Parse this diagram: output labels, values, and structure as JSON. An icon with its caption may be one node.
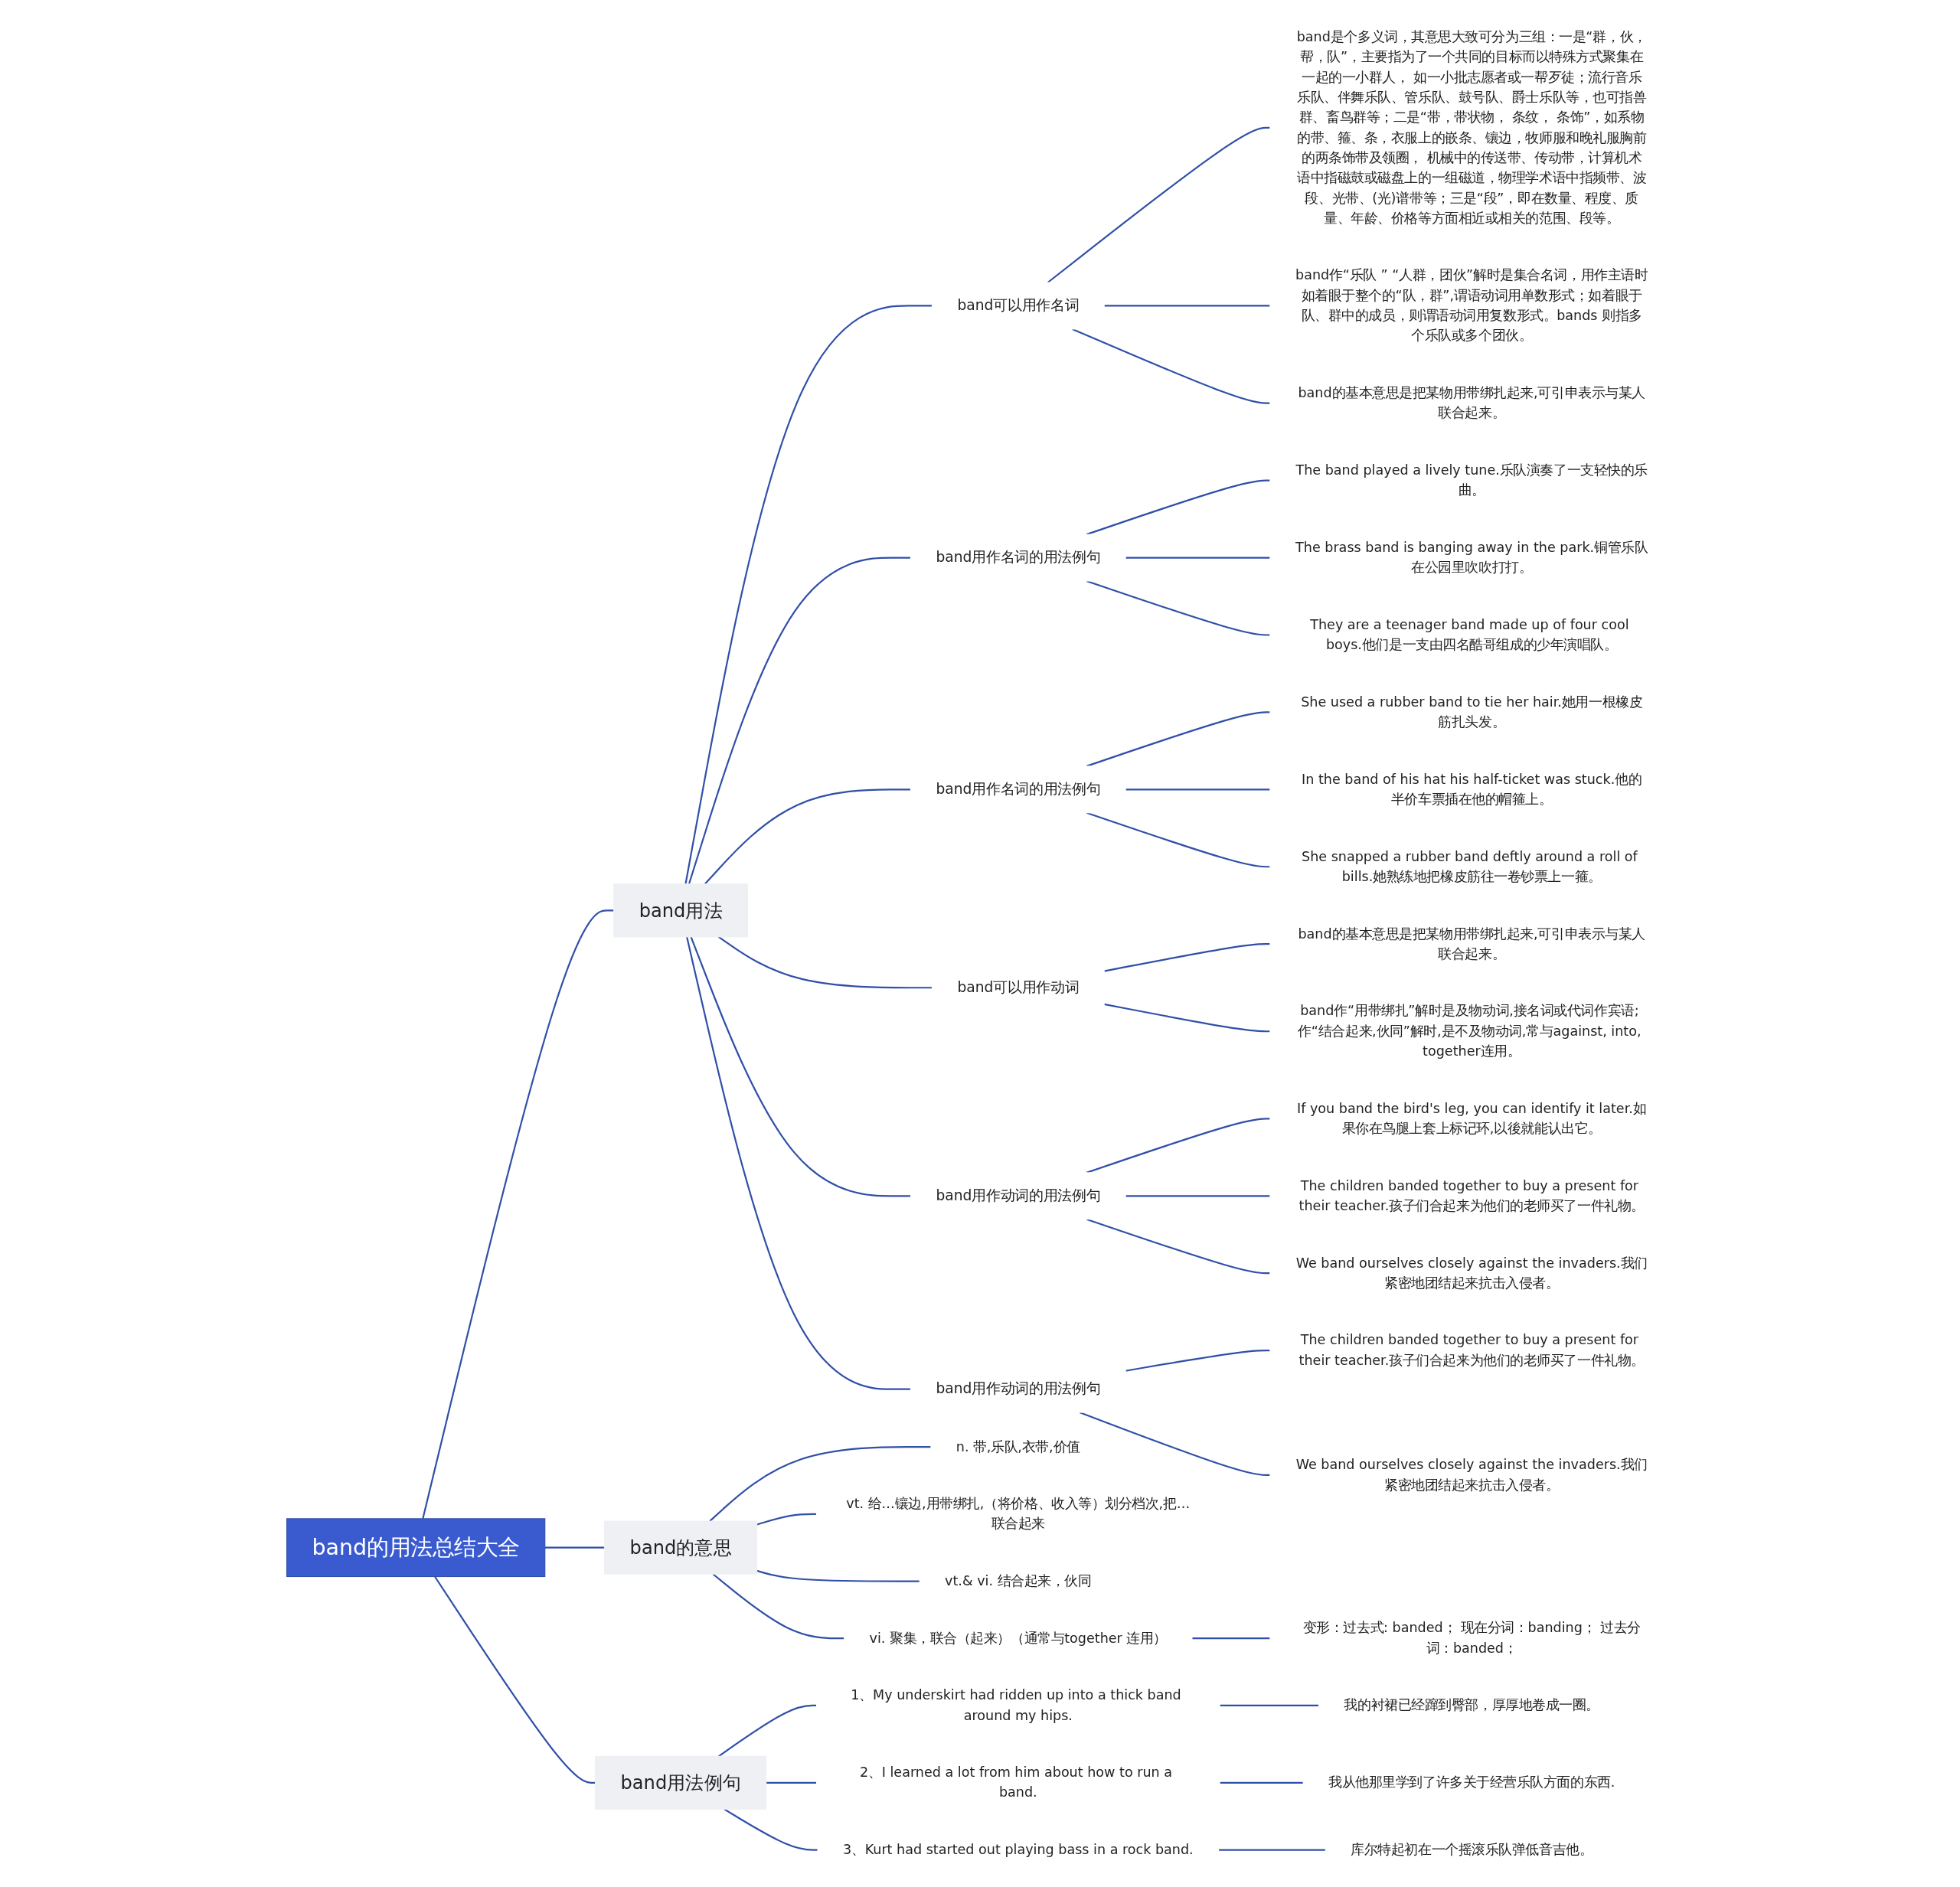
{
  "diagram": {
    "nodes": [
      {
        "text": [
          "band的用法总结大全"
        ]
      },
      {
        "text": [
          "band用法"
        ]
      },
      {
        "text": [
          "band可以用作名词"
        ]
      },
      {
        "text": [
          "band是个多义词，其意思大致可分为三组：一是“群，伙，帮，队”，主要指为了一个共同的目标而以特殊方式聚集在一起的一小群人， 如一小批志愿者或一帮歹徒；流行音乐乐队、伴舞乐队、管乐队、鼓号队、爵士乐队等，也可指兽群、畜鸟群等；二是“带，带状物， 条纹， 条饰”，如系物的带、箍、条，衣服上的嵌条、镶边，牧师服和晚礼服胸前的两条饰带及领圈， 机械中的传送带、传动带，计算机术语中指磁鼓或磁盘上的一组磁道，物理学术语中指频带、波段、光带、(光)谱带等；三是“段”，即在数量、程度、质量、年龄、价格等方面相近或相关的范围、段等。"
        ]
      },
      {
        "text": [
          "band作“乐队 ” “人群，团伙”解时是集合名词，用作主语时如着眼于整个的“队，群”,谓语动词用单数形式；如着眼于队、群中的成员，则谓语动词用复数形式。bands 则指多个乐队或多个团伙。"
        ]
      },
      {
        "text": [
          "band的基本意思是把某物用带绑扎起来,可引申表示与某人联合起来。"
        ]
      },
      {
        "text": [
          "band用作名词的用法例句"
        ]
      },
      {
        "text": [
          "The band played a lively tune.乐队演奏了一支轻快的乐曲。"
        ]
      },
      {
        "text": [
          "The brass band is banging away in the park.铜管乐队在公园里吹吹打打。"
        ]
      },
      {
        "text": [
          "They are a teenager band made up of four cool boys.他们是一支由四名酷哥组成的少年演唱队。"
        ]
      },
      {
        "text": [
          "band用作名词的用法例句"
        ]
      },
      {
        "text": [
          "She used a rubber band to tie her hair.她用一根橡皮筋扎头发。"
        ]
      },
      {
        "text": [
          "In the band of his hat his half-ticket was stuck.他的半价车票插在他的帽箍上。"
        ]
      },
      {
        "text": [
          "She snapped a rubber band deftly around a roll of bills.她熟练地把橡皮筋往一卷钞票上一箍。"
        ]
      },
      {
        "text": [
          "band可以用作动词"
        ]
      },
      {
        "text": [
          "band的基本意思是把某物用带绑扎起来,可引申表示与某人联合起来。"
        ]
      },
      {
        "text": [
          "band作“用带绑扎”解时是及物动词,接名词或代词作宾语; 作“结合起来,伙同”解时,是不及物动词,常与against, into, together连用。"
        ]
      },
      {
        "text": [
          "band用作动词的用法例句"
        ]
      },
      {
        "text": [
          "If you band the bird's leg, you can identify it later.如果你在鸟腿上套上标记环,以後就能认出它。"
        ]
      },
      {
        "text": [
          "The children banded together to buy a present for their teacher.孩子们合起来为他们的老师买了一件礼物。"
        ]
      },
      {
        "text": [
          "We band ourselves closely against the invaders.我们紧密地团结起来抗击入侵者。"
        ]
      },
      {
        "text": [
          "band用作动词的用法例句"
        ]
      },
      {
        "text": [
          "The children banded together to buy a present for their teacher.孩子们合起来为他们的老师买了一件礼物。"
        ]
      },
      {
        "text": [
          "We band ourselves closely against the invaders.我们紧密地团结起来抗击入侵者。"
        ]
      },
      {
        "text": [
          "band的意思"
        ]
      },
      {
        "text": [
          "n. 带,乐队,衣带,价值"
        ]
      },
      {
        "text": [
          "vt. 给…镶边,用带绑扎,（将价格、收入等）划分档次,把…联合起来"
        ]
      },
      {
        "text": [
          "vt.& vi. 结合起来，伙同"
        ]
      },
      {
        "text": [
          "vi. 聚集，联合（起来）（通常与together 连用）"
        ]
      },
      {
        "text": [
          "变形：过去式: banded； 现在分词：banding； 过去分词：banded；"
        ]
      },
      {
        "text": [
          "band用法例句"
        ]
      },
      {
        "text": [
          "1、My underskirt had ridden up into a thick band around my hips."
        ]
      },
      {
        "text": [
          "我的衬裙已经蹿到臀部，厚厚地卷成一圈。"
        ]
      },
      {
        "text": [
          "2、I learned a lot from him about how to run a band."
        ]
      },
      {
        "text": [
          "我从他那里学到了许多关于经营乐队方面的东西."
        ]
      },
      {
        "text": [
          "3、Kurt had started out playing bass in a rock band."
        ]
      },
      {
        "text": [
          "库尔特起初在一个摇滚乐队弹低音吉他。"
        ]
      }
    ],
    "edges": [
      {
        "from": 0,
        "to": 1,
        "arrow": "none"
      },
      {
        "from": 1,
        "to": 2,
        "arrow": "none"
      },
      {
        "from": 2,
        "to": 3,
        "arrow": "none"
      },
      {
        "from": 2,
        "to": 4,
        "arrow": "none"
      },
      {
        "from": 2,
        "to": 5,
        "arrow": "none"
      },
      {
        "from": 1,
        "to": 6,
        "arrow": "none"
      },
      {
        "from": 6,
        "to": 7,
        "arrow": "none"
      },
      {
        "from": 6,
        "to": 8,
        "arrow": "none"
      },
      {
        "from": 6,
        "to": 9,
        "arrow": "none"
      },
      {
        "from": 1,
        "to": 10,
        "arrow": "none"
      },
      {
        "from": 10,
        "to": 11,
        "arrow": "none"
      },
      {
        "from": 10,
        "to": 12,
        "arrow": "none"
      },
      {
        "from": 10,
        "to": 13,
        "arrow": "none"
      },
      {
        "from": 1,
        "to": 14,
        "arrow": "none"
      },
      {
        "from": 14,
        "to": 15,
        "arrow": "none"
      },
      {
        "from": 14,
        "to": 16,
        "arrow": "none"
      },
      {
        "from": 1,
        "to": 17,
        "arrow": "none"
      },
      {
        "from": 17,
        "to": 18,
        "arrow": "none"
      },
      {
        "from": 17,
        "to": 19,
        "arrow": "none"
      },
      {
        "from": 17,
        "to": 20,
        "arrow": "none"
      },
      {
        "from": 1,
        "to": 21,
        "arrow": "none"
      },
      {
        "from": 21,
        "to": 22,
        "arrow": "none"
      },
      {
        "from": 21,
        "to": 23,
        "arrow": "none"
      },
      {
        "from": 0,
        "to": 24,
        "arrow": "none"
      },
      {
        "from": 24,
        "to": 25,
        "arrow": "none"
      },
      {
        "from": 24,
        "to": 26,
        "arrow": "none"
      },
      {
        "from": 24,
        "to": 27,
        "arrow": "none"
      },
      {
        "from": 24,
        "to": 28,
        "arrow": "none"
      },
      {
        "from": 28,
        "to": 29,
        "arrow": "none"
      },
      {
        "from": 0,
        "to": 30,
        "arrow": "none"
      },
      {
        "from": 30,
        "to": 31,
        "arrow": "none"
      },
      {
        "from": 31,
        "to": 32,
        "arrow": "none"
      },
      {
        "from": 30,
        "to": 33,
        "arrow": "none"
      },
      {
        "from": 33,
        "to": 34,
        "arrow": "none"
      },
      {
        "from": 30,
        "to": 35,
        "arrow": "none"
      },
      {
        "from": 35,
        "to": 36,
        "arrow": "none"
      }
    ]
  }
}
